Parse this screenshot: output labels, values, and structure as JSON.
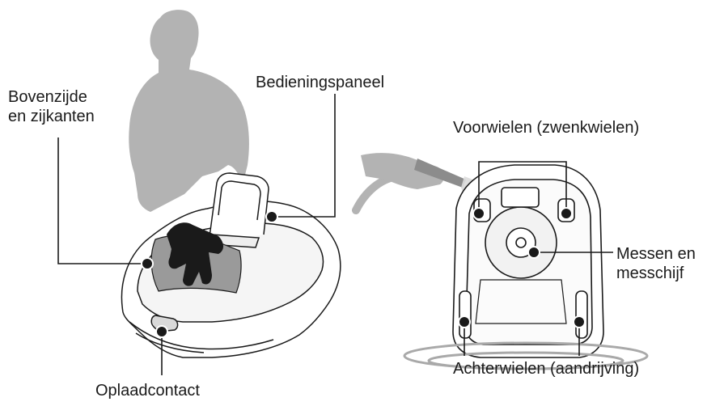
{
  "labels": {
    "top_sides": [
      "Bovenzijde",
      "en zijkanten"
    ],
    "control_panel": "Bedieningspaneel",
    "front_wheels": "Voorwielen (zwenkwielen)",
    "blades": [
      "Messen en",
      "messchijf"
    ],
    "charge_contact": "Oplaadcontact",
    "rear_wheels": "Achterwielen (aandrijving)"
  },
  "colors": {
    "silhouette": "#b3b3b3",
    "line": "#1a1a1a",
    "water": "#a9a9a9"
  }
}
